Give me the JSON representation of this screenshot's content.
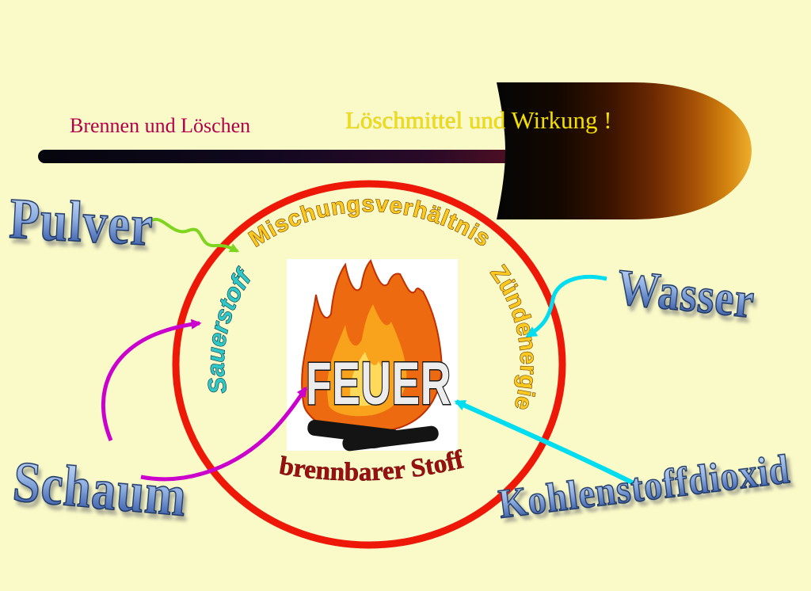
{
  "slide": {
    "background_color": "#FAFAC8",
    "header": {
      "title_left": "Brennen und Löschen",
      "title_left_color": "#B4004B",
      "title_right": "Löschmittel und Wirkung !",
      "title_right_color": "#F2DE00"
    }
  },
  "diagram": {
    "circle_color": "#EE1808",
    "labels": {
      "mixture": "Mischungsverhältnis",
      "oxygen": "Sauerstoff",
      "ignition": "Zündenergie",
      "fuel": "brennbarer Stoff",
      "fire": "FEUER"
    },
    "label_colors": {
      "mixture": "#FFC81E",
      "oxygen": "#2FC8C8",
      "ignition": "#FFC81E",
      "fuel": "#9A0F0F",
      "fire": "#ECECEC"
    },
    "extinguishers": {
      "powder": "Pulver",
      "water": "Wasser",
      "foam": "Schaum",
      "co2": "Kohlenstoffdioxid"
    },
    "arrow_colors": {
      "powder": "#7FD41E",
      "foam": "#CC00CC",
      "water": "#00DCF0",
      "co2": "#00DCF0"
    },
    "wordart_colors": {
      "gradient_top": "#C9DCF8",
      "gradient_bottom": "#2F4F96",
      "outline": "#1F3864"
    }
  }
}
